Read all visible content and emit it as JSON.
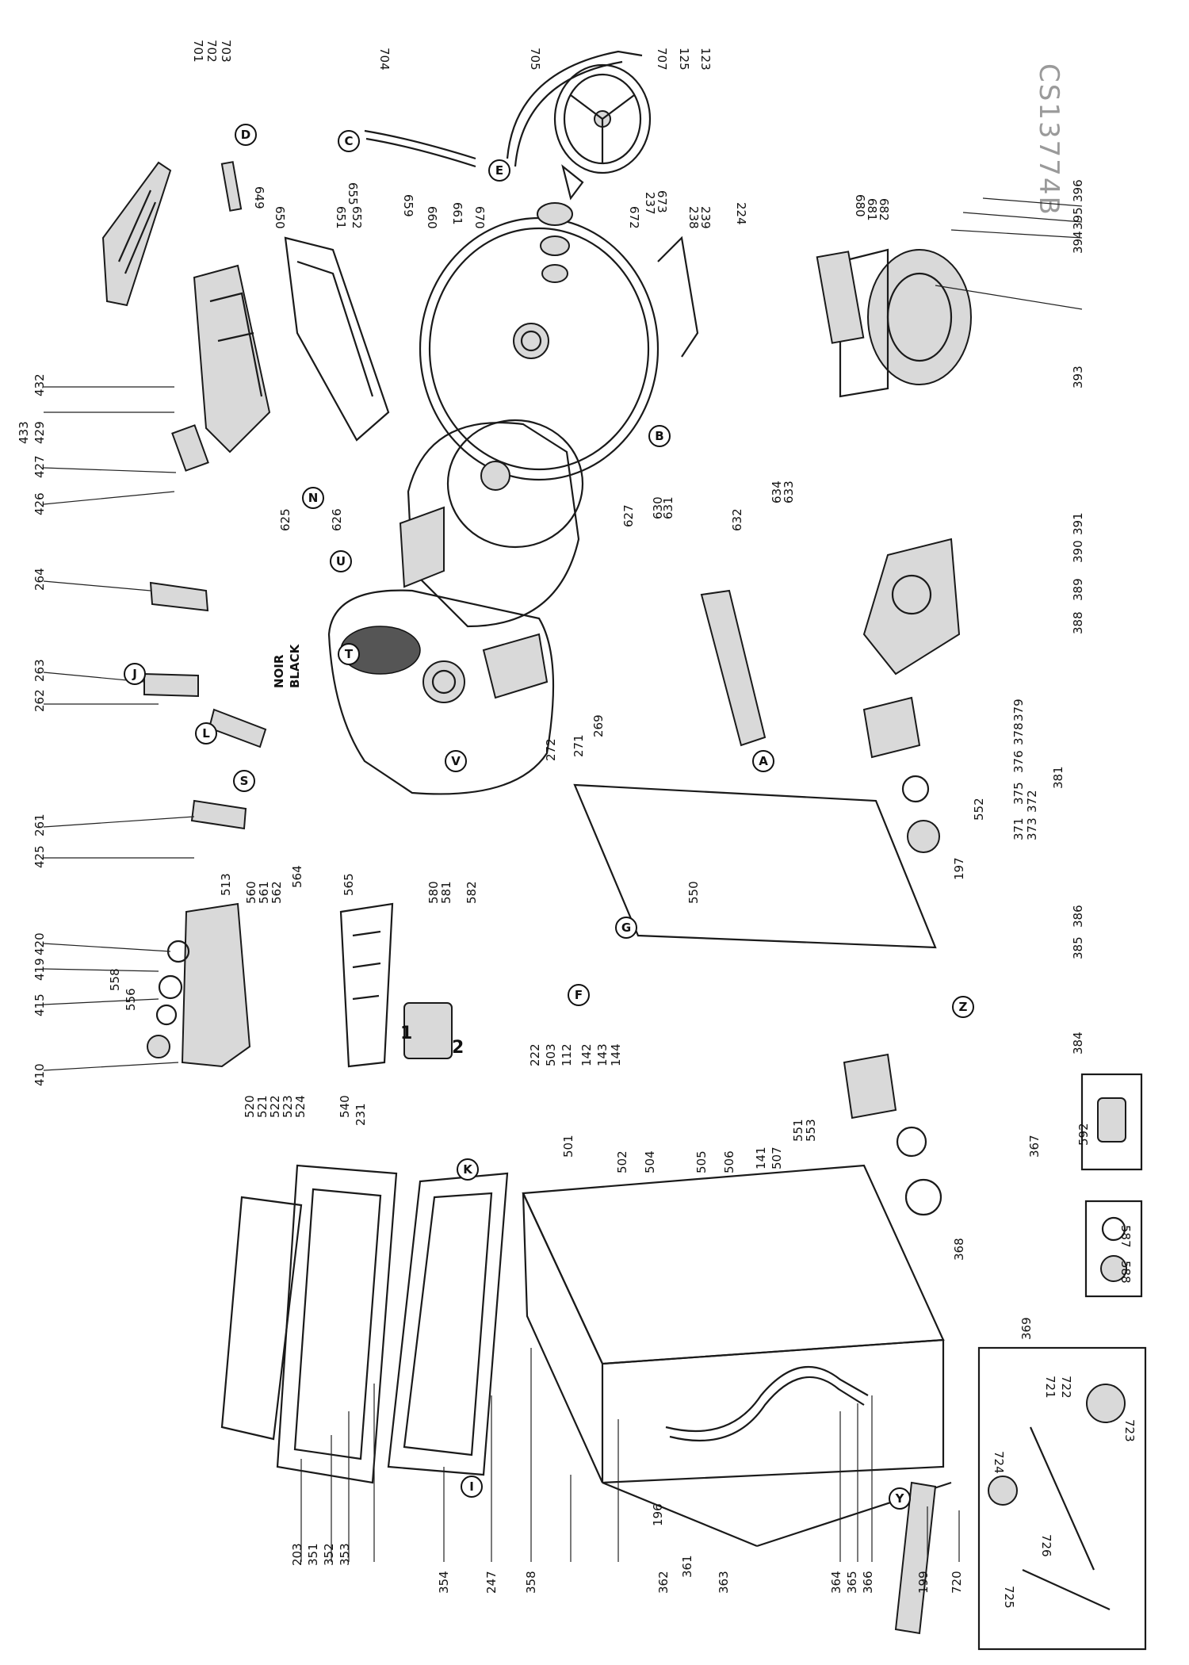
{
  "drawing_code": "CS13774B",
  "drum_color_label": [
    "NOIR",
    "BLACK"
  ],
  "group_markers": [
    "1",
    "2"
  ],
  "labels": {
    "l1": "203",
    "l2": "351",
    "l3": "352",
    "l4": "353",
    "l5": "354",
    "l6": "247",
    "l7": "358",
    "l8": "362",
    "l9": "363",
    "l10": "364",
    "l11": "365",
    "l12": "366",
    "l13": "199",
    "l14": "720",
    "l15": "410",
    "l16": "415",
    "l17": "419",
    "l18": "420",
    "l19": "425",
    "l20": "261",
    "l21": "262",
    "l22": "263",
    "l23": "264",
    "l24": "426",
    "l25": "427",
    "l26": "429",
    "l27": "432",
    "l28": "433",
    "l29": "704",
    "l30": "701",
    "l31": "702",
    "l32": "703",
    "l33": "705",
    "l34": "707",
    "l35": "125",
    "l36": "123",
    "l37": "396",
    "l38": "395",
    "l39": "394",
    "l40": "393",
    "l41": "391",
    "l42": "390",
    "l43": "389",
    "l44": "388",
    "l45": "386",
    "l46": "385",
    "l47": "384",
    "l48": "381",
    "l49": "197",
    "l50": "272",
    "l51": "271",
    "l52": "269",
    "l53": "222",
    "l54": "503",
    "l55": "112",
    "l56": "142",
    "l57": "143",
    "l58": "144",
    "l59": "231",
    "l60": "540",
    "l61": "520",
    "l62": "521",
    "l63": "522",
    "l64": "523",
    "l65": "524",
    "l66": "558",
    "l67": "556",
    "l68": "513",
    "l69": "560",
    "l70": "561",
    "l71": "562",
    "l72": "564",
    "l73": "565",
    "l74": "580",
    "l75": "581",
    "l76": "582",
    "l77": "592",
    "l78": "587",
    "l79": "588",
    "l80": "721",
    "l81": "722",
    "l82": "723",
    "l83": "724",
    "l84": "725",
    "l85": "726",
    "l86": "660",
    "l87": "661",
    "l88": "670",
    "l89": "672",
    "l90": "673",
    "l91": "237",
    "l92": "238",
    "l93": "239",
    "l94": "224",
    "l95": "680",
    "l96": "681",
    "l97": "682",
    "l98": "627",
    "l99": "626",
    "l100": "625",
    "l101": "630",
    "l102": "631",
    "l103": "632",
    "l104": "633",
    "l105": "634",
    "l106": "650",
    "l107": "651",
    "l108": "652",
    "l109": "655",
    "l110": "649",
    "l111": "659",
    "l112": "501",
    "l113": "502",
    "l114": "504",
    "l115": "505",
    "l116": "506",
    "l117": "507",
    "l118": "141",
    "l119": "550",
    "l120": "551",
    "l121": "553",
    "l122": "552",
    "l123": "361",
    "l124": "196",
    "l125": "369",
    "l126": "368",
    "l127": "367",
    "l128": "371",
    "l129": "372",
    "l130": "373",
    "l131": "375",
    "l132": "376",
    "l133": "378",
    "l134": "379"
  },
  "callout_letters": {
    "c1": "A",
    "c2": "B",
    "c3": "C",
    "c4": "D",
    "c5": "E",
    "c6": "F",
    "c7": "G",
    "c8": "I",
    "c9": "J",
    "c10": "K",
    "c11": "L",
    "c12": "N",
    "c13": "S",
    "c14": "T",
    "c15": "U",
    "c16": "V",
    "c17": "Y",
    "c18": "Z"
  }
}
